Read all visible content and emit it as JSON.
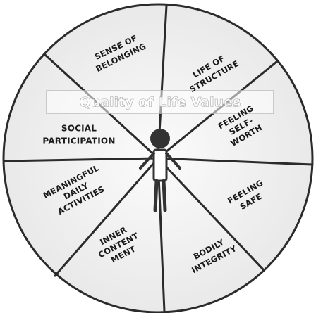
{
  "center_banner": "Quality of Life Values",
  "segments": [
    {
      "id": "sense-of-belonging",
      "lines": [
        "SENSE OF",
        "BELONGING"
      ]
    },
    {
      "id": "life-of-structure",
      "lines": [
        "LIFE OF",
        "STRUCTURE"
      ]
    },
    {
      "id": "feeling-self-worth",
      "lines": [
        "FEELING",
        "SELF-",
        "WORTH"
      ]
    },
    {
      "id": "feeling-safe",
      "lines": [
        "FEELING",
        "SAFE"
      ]
    },
    {
      "id": "bodily-integrity",
      "lines": [
        "BODILY",
        "INTEGRITY"
      ]
    },
    {
      "id": "inner-contentment",
      "lines": [
        "INNER",
        "CONTENT",
        "MENT"
      ]
    },
    {
      "id": "meaningful-daily-activities",
      "lines": [
        "MEANINGFUL",
        "DAILY",
        "ACTIVITIES"
      ]
    },
    {
      "id": "social-participation",
      "lines": [
        "SOCIAL",
        "PARTICIPATION"
      ]
    }
  ],
  "colors": {
    "wheel_fill": "#f1f1f1",
    "wheel_stroke": "#2b2b2b",
    "figure": "#333333",
    "text": "#1a1a1a"
  }
}
